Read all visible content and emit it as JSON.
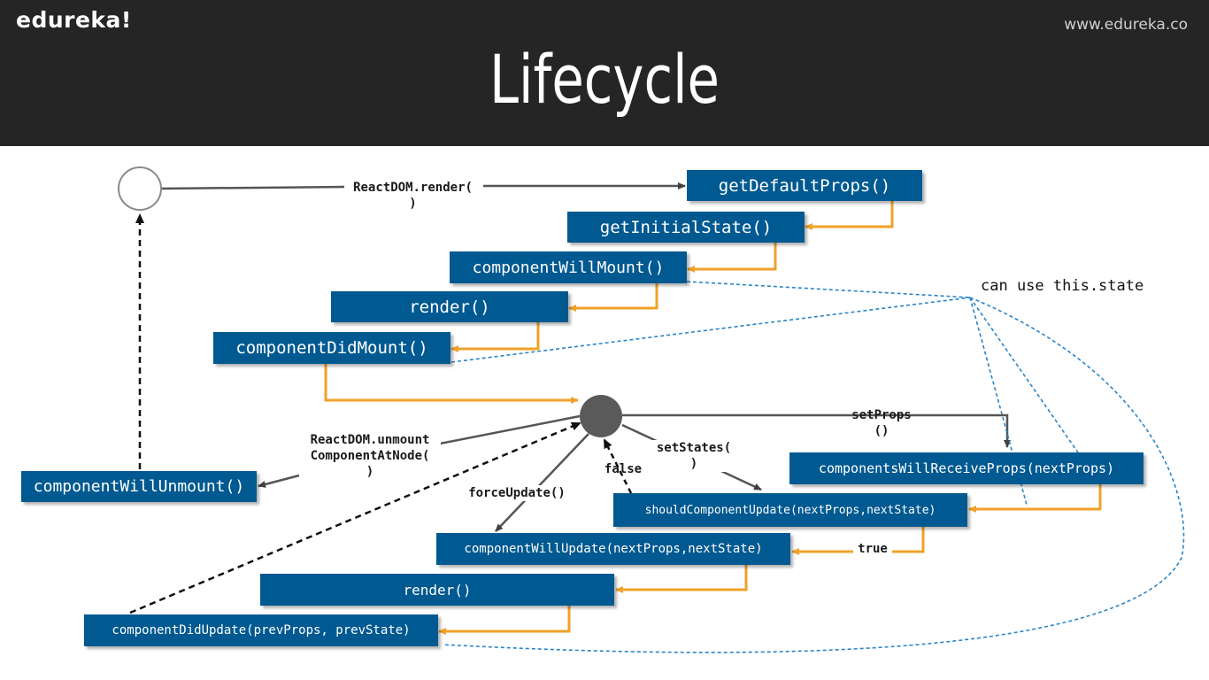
{
  "header": {
    "brand": "edureka!",
    "site": "www.edureka.co",
    "title": "Lifecycle"
  },
  "colors": {
    "box": "#005990",
    "flow_arrow": "#f0a12a",
    "dashed_note": "#2a85c8",
    "header_bg": "#252525"
  },
  "mounting": {
    "getDefaultProps": "getDefaultProps()",
    "getInitialState": "getInitialState()",
    "componentWillMount": "componentWillMount()",
    "render": "render()",
    "componentDidMount": "componentDidMount()"
  },
  "updating": {
    "componentsWillReceiveProps": "componentsWillReceiveProps(nextProps)",
    "shouldComponentUpdate": "shouldComponentUpdate(nextProps,nextState)",
    "componentWillUpdate": "componentWillUpdate(nextProps,nextState)",
    "render": "render()",
    "componentDidUpdate": "componentDidUpdate(prevProps, prevState)"
  },
  "unmounting": {
    "componentWillUnmount": "componentWillUnmount()"
  },
  "labels": {
    "reactdom_render": "ReactDOM.render(\n)",
    "unmount": "ReactDOM.unmount\nComponentAtNode(\n)",
    "set_props": "setProps\n()",
    "set_states": "setStates(\n)",
    "force_update": "forceUpdate()",
    "false": "false",
    "true": "true"
  },
  "note": "can use this.state"
}
